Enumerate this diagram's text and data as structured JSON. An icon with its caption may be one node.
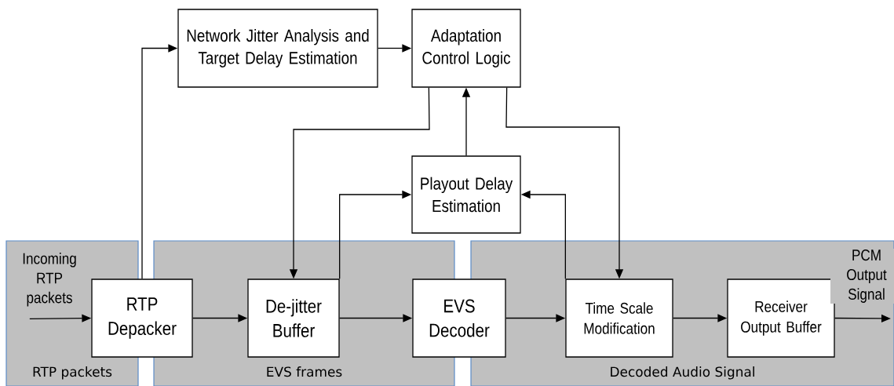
{
  "diagram": {
    "nodes": [
      {
        "text": [
          "RTP packets"
        ]
      },
      {
        "text": [
          "EVS frames"
        ]
      },
      {
        "text": [
          "Decoded Audio Signal"
        ]
      },
      {
        "text": [
          "RTP Depacker"
        ]
      },
      {
        "text": [
          "De-jitter Buffer"
        ],
        "in": 1
      },
      {
        "text": [
          "EVS Decoder"
        ]
      },
      {
        "text": [
          "Time Scale Modification"
        ],
        "in": 2
      },
      {
        "text": [
          "Receiver Output Buffer"
        ],
        "in": 2
      },
      {
        "text": [
          "Network Jitter Analysis and Target Delay Estimation"
        ]
      },
      {
        "text": [
          "Adaptation Control Logic"
        ]
      },
      {
        "text": [
          "Playout Delay Estimation"
        ]
      },
      {
        "text": [
          "Incoming RTP packets"
        ],
        "in": 0
      }
    ],
    "edges": [
      {
        "from": 11,
        "to": 3,
        "arrow": "to"
      },
      {
        "from": 3,
        "to": 4,
        "arrow": "to"
      },
      {
        "from": 4,
        "to": 5,
        "arrow": "to"
      },
      {
        "from": 5,
        "to": 6,
        "arrow": "to"
      },
      {
        "from": 6,
        "to": 7,
        "arrow": "to"
      },
      {
        "from": 7,
        "to": null,
        "arrow": "to",
        "label": "PCM Output Signal"
      },
      {
        "from": 3,
        "to": 8,
        "arrow": "to"
      },
      {
        "from": 8,
        "to": 9,
        "arrow": "to"
      },
      {
        "from": 10,
        "to": 9,
        "arrow": "to"
      },
      {
        "from": 9,
        "to": 4,
        "arrow": "to"
      },
      {
        "from": 9,
        "to": 6,
        "arrow": "to"
      },
      {
        "from": 4,
        "to": 10,
        "arrow": "to"
      },
      {
        "from": 6,
        "to": 10,
        "arrow": "to"
      }
    ]
  }
}
